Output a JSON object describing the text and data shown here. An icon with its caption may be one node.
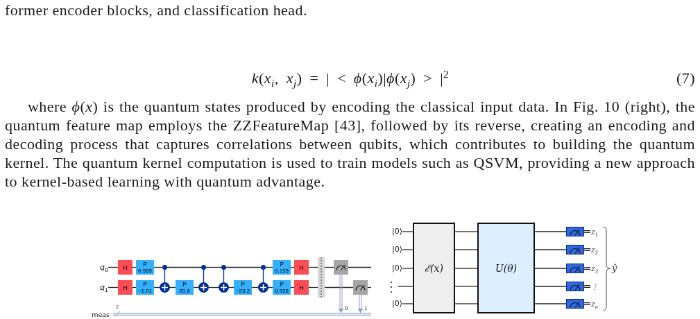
{
  "diagram": {
    "nodes": [
      {
        "text": [
          "*q*$_{0}$"
        ]
      },
      {
        "text": [
          "H"
        ]
      },
      {
        "text": [
          "P",
          "0.565"
        ]
      },
      {
        "text": [],
        "shape": "circle"
      },
      {
        "text": [],
        "shape": "circle"
      },
      {
        "text": [],
        "shape": "circle"
      },
      {
        "text": [],
        "shape": "circle"
      },
      {
        "text": [
          "P",
          "0.135"
        ]
      },
      {
        "text": [
          "H"
        ]
      },
      {
        "text": [],
        "shape": "bar"
      },
      {
        "text": [],
        "shape": "box"
      },
      {
        "text": [
          "*q*$_{1}$"
        ]
      },
      {
        "text": [
          "H"
        ]
      },
      {
        "text": [
          "P",
          "−1.01"
        ]
      },
      {
        "text": [],
        "shape": "circle"
      },
      {
        "text": [
          "P",
          "20.8"
        ]
      },
      {
        "text": [],
        "shape": "circle"
      },
      {
        "text": [],
        "shape": "circle"
      },
      {
        "text": [
          "P",
          "−23.2"
        ]
      },
      {
        "text": [],
        "shape": "circle"
      },
      {
        "text": [
          "P",
          "0.938"
        ]
      },
      {
        "text": [
          "H"
        ]
      },
      {
        "text": [],
        "shape": "box"
      },
      {
        "text": [],
        "shape": "line",
        "beside": [
          "meas"
        ]
      },
      {
        "text": [
          "|0⟩"
        ]
      },
      {
        "text": [
          "|0⟩"
        ]
      },
      {
        "text": [
          "|0⟩"
        ]
      },
      {
        "text": [
          "⋮"
        ]
      },
      {
        "text": [
          "|0⟩"
        ]
      },
      {
        "text": [
          "ℰ(x)"
        ]
      },
      {
        "text": [
          "U(θ)"
        ]
      },
      {
        "text": [],
        "shape": "box",
        "beside": [
          "*z*$_{1}$"
        ]
      },
      {
        "text": [],
        "shape": "box",
        "beside": [
          "*z*$_{2}$"
        ]
      },
      {
        "text": [],
        "shape": "box",
        "beside": [
          "*z*$_{3}$"
        ]
      },
      {
        "text": [],
        "shape": "box",
        "beside": [
          "⋮"
        ]
      },
      {
        "text": [],
        "shape": "box",
        "beside": [
          "*z*$_{n}$"
        ]
      }
    ],
    "edges": [
      {
        "from": 0,
        "to": 1,
        "arrow": "none"
      },
      {
        "from": 1,
        "to": 2,
        "arrow": "none"
      },
      {
        "from": 2,
        "to": 3,
        "arrow": "none"
      },
      {
        "from": 3,
        "to": 4,
        "arrow": "none"
      },
      {
        "from": 4,
        "to": 5,
        "arrow": "none"
      },
      {
        "from": 5,
        "to": 6,
        "arrow": "none"
      },
      {
        "from": 6,
        "to": 7,
        "arrow": "none"
      },
      {
        "from": 7,
        "to": 8,
        "arrow": "none"
      },
      {
        "from": 8,
        "to": 9,
        "arrow": "none"
      },
      {
        "from": 9,
        "to": 10,
        "arrow": "none"
      },
      {
        "from": 10,
        "to": null,
        "arrow": "none"
      },
      {
        "from": 11,
        "to": 12,
        "arrow": "none"
      },
      {
        "from": 12,
        "to": 13,
        "arrow": "none"
      },
      {
        "from": 13,
        "to": 14,
        "arrow": "none"
      },
      {
        "from": 14,
        "to": 15,
        "arrow": "none"
      },
      {
        "from": 15,
        "to": 16,
        "arrow": "none"
      },
      {
        "from": 16,
        "to": 17,
        "arrow": "none"
      },
      {
        "from": 17,
        "to": 18,
        "arrow": "none"
      },
      {
        "from": 18,
        "to": 19,
        "arrow": "none"
      },
      {
        "from": 19,
        "to": 20,
        "arrow": "none"
      },
      {
        "from": 20,
        "to": 21,
        "arrow": "none"
      },
      {
        "from": 21,
        "to": 9,
        "arrow": "none"
      },
      {
        "from": 9,
        "to": 22,
        "arrow": "none"
      },
      {
        "from": 22,
        "to": null,
        "arrow": "none"
      },
      {
        "from": 3,
        "to": 14,
        "arrow": "none",
        "color": "#002d9c"
      },
      {
        "from": 4,
        "to": 16,
        "arrow": "none",
        "color": "#002d9c"
      },
      {
        "from": 5,
        "to": 17,
        "arrow": "none",
        "color": "#002d9c"
      },
      {
        "from": 6,
        "to": 19,
        "arrow": "none",
        "color": "#002d9c"
      },
      {
        "from": 10,
        "to": 23,
        "arrow": "to",
        "label": "0",
        "color": "#8fa0c4"
      },
      {
        "from": 22,
        "to": 23,
        "arrow": "to",
        "label": "1",
        "color": "#8fa0c4"
      },
      {
        "from": 24,
        "to": 29,
        "arrow": "none"
      },
      {
        "from": 25,
        "to": 29,
        "arrow": "none"
      },
      {
        "from": 26,
        "to": 29,
        "arrow": "none"
      },
      {
        "from": 27,
        "to": 29,
        "arrow": "none"
      },
      {
        "from": 28,
        "to": 29,
        "arrow": "none"
      },
      {
        "from": 29,
        "to": 30,
        "arrow": "none"
      },
      {
        "from": 29,
        "to": 30,
        "arrow": "none"
      },
      {
        "from": 29,
        "to": 30,
        "arrow": "none"
      },
      {
        "from": 29,
        "to": 30,
        "arrow": "none"
      },
      {
        "from": 29,
        "to": 30,
        "arrow": "none"
      },
      {
        "from": 30,
        "to": 31,
        "arrow": "none"
      },
      {
        "from": 30,
        "to": 32,
        "arrow": "none"
      },
      {
        "from": 30,
        "to": 33,
        "arrow": "none"
      },
      {
        "from": 30,
        "to": 34,
        "arrow": "none"
      },
      {
        "from": 30,
        "to": 35,
        "arrow": "none"
      }
    ],
    "labels": [
      "former encoder blocks, and classification head.",
      "*k*(*x*$_{i}$, *x*$_{j}$) = | < *ϕ*(*x*$_{i}$)|*ϕ*(*x*$_{j}$) > |$^{2}$",
      "(7)",
      "where *ϕ*(*x*) is the quantum states produced by encoding the classical input data. In Fig. 10 (right), the quantum feature map employs the ZZFeatureMap [43], followed by its reverse, creating an encoding and decoding process that captures correlations between qubits, which contributes to building the quantum kernel. The quantum kernel computation is used to train models such as QSVM, providing a new approach to kernel-based learning with quantum advantage.",
      "2",
      "ŷ"
    ]
  }
}
